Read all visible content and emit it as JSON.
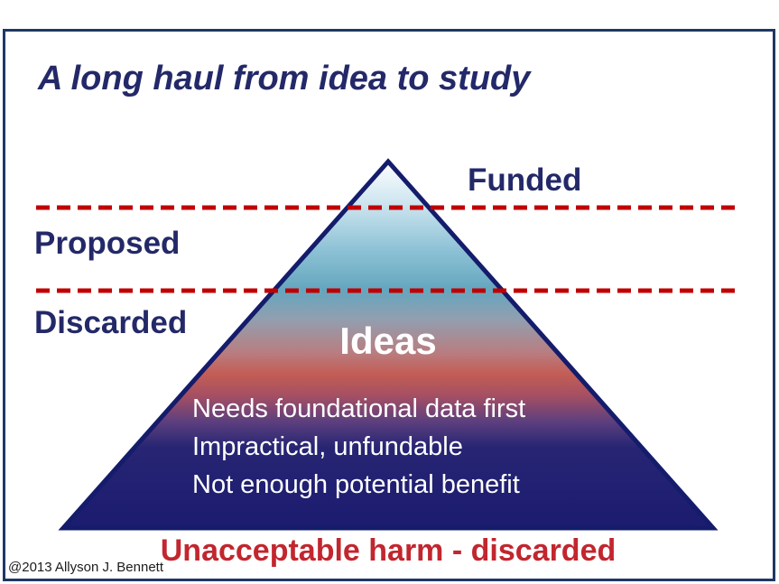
{
  "slide": {
    "title": "A long haul from idea to study",
    "stage_labels": {
      "funded": "Funded",
      "proposed": "Proposed",
      "discarded": "Discarded"
    },
    "pyramid": {
      "heading": "Ideas",
      "bullets": [
        "Needs foundational data first",
        "Impractical, unfundable",
        "Not enough potential benefit"
      ]
    },
    "bottom_caption": "Unacceptable harm - discarded",
    "credit": "@2013 Allyson J. Bennett",
    "colors": {
      "navy_text": "#232968",
      "frame_border": "#1f3864",
      "triangle_outline": "#141c6b",
      "dash_red": "#c00000",
      "caption_red": "#c2262e",
      "gradient_stops": [
        "#fdfeff",
        "#cfe6f0",
        "#8ec2d6",
        "#64a6be",
        "#919fb0",
        "#b87e81",
        "#c35d55",
        "#a44f63",
        "#5c3f7e",
        "#272573",
        "#1b1b70"
      ]
    }
  }
}
